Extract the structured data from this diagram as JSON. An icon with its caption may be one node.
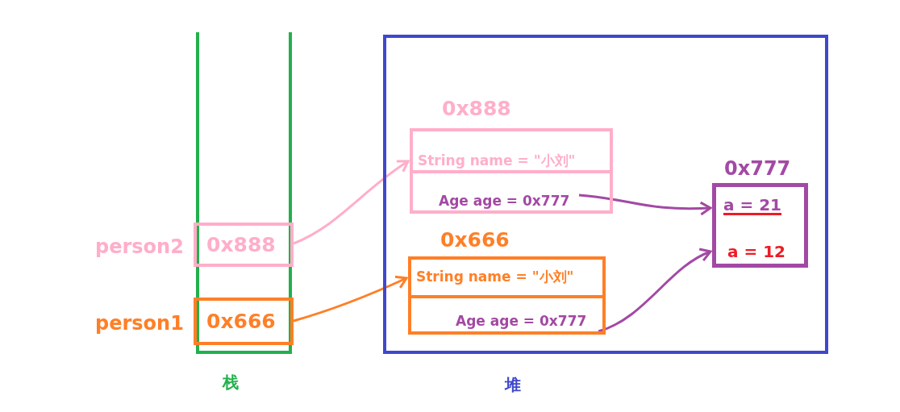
{
  "diagram": {
    "nodes": [
      {
        "text": [
          "栈"
        ]
      },
      {
        "text": [
          "堆"
        ]
      },
      {
        "text": [
          "0x888"
        ],
        "beside": [
          "person2"
        ],
        "in": 0
      },
      {
        "text": [
          "0x666"
        ],
        "beside": [
          "person1"
        ],
        "in": 0
      },
      {
        "text": [
          "0x888"
        ],
        "in": 1
      },
      {
        "text": [
          "String name = \"小刘\""
        ],
        "in": 4
      },
      {
        "text": [
          "Age age = 0x777"
        ],
        "in": 4
      },
      {
        "text": [
          "0x666"
        ],
        "in": 1
      },
      {
        "text": [
          "String name = \"小刘\""
        ],
        "in": 7
      },
      {
        "text": [
          "Age age = 0x777"
        ],
        "in": 7
      },
      {
        "text": [
          "0x777",
          "a = 21",
          "a = 12"
        ],
        "in": 1
      }
    ],
    "edges": [
      {
        "from": 2,
        "to": 4,
        "arrow": "to",
        "color": "#ffaec9"
      },
      {
        "from": 3,
        "to": 7,
        "arrow": "to",
        "color": "#ff7f27"
      },
      {
        "from": 6,
        "to": 10,
        "arrow": "to",
        "color": "#a349a4"
      },
      {
        "from": 9,
        "to": 10,
        "arrow": "to",
        "color": "#a349a4"
      }
    ]
  }
}
